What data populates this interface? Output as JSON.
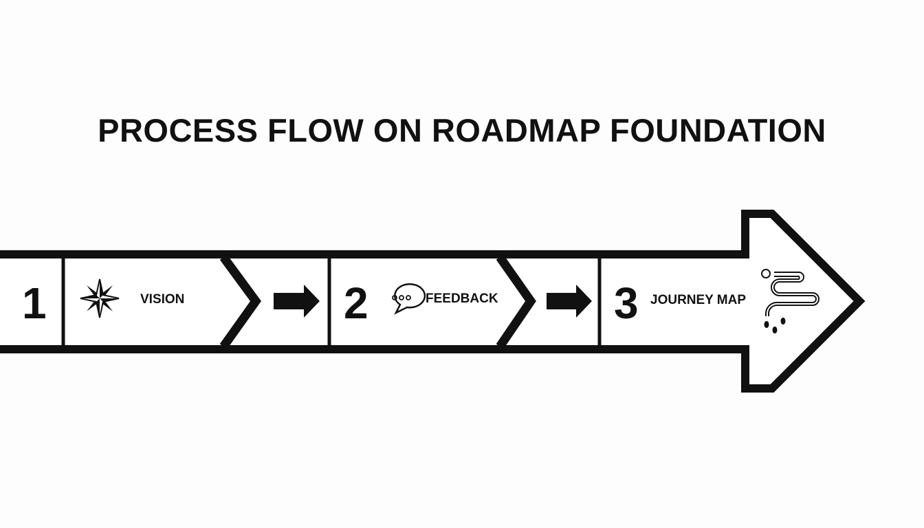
{
  "title": "PROCESS FLOW ON ROADMAP FOUNDATION",
  "steps": [
    {
      "number": "1",
      "label": "VISION",
      "icon": "compass-star-icon"
    },
    {
      "number": "2",
      "label": "FEEDBACK",
      "icon": "speech-bubble-icon"
    },
    {
      "number": "3",
      "label": "JOURNEY MAP",
      "icon": "winding-path-footprints-icon"
    }
  ],
  "colors": {
    "stroke": "#111111",
    "background": "#fdfdfd"
  }
}
